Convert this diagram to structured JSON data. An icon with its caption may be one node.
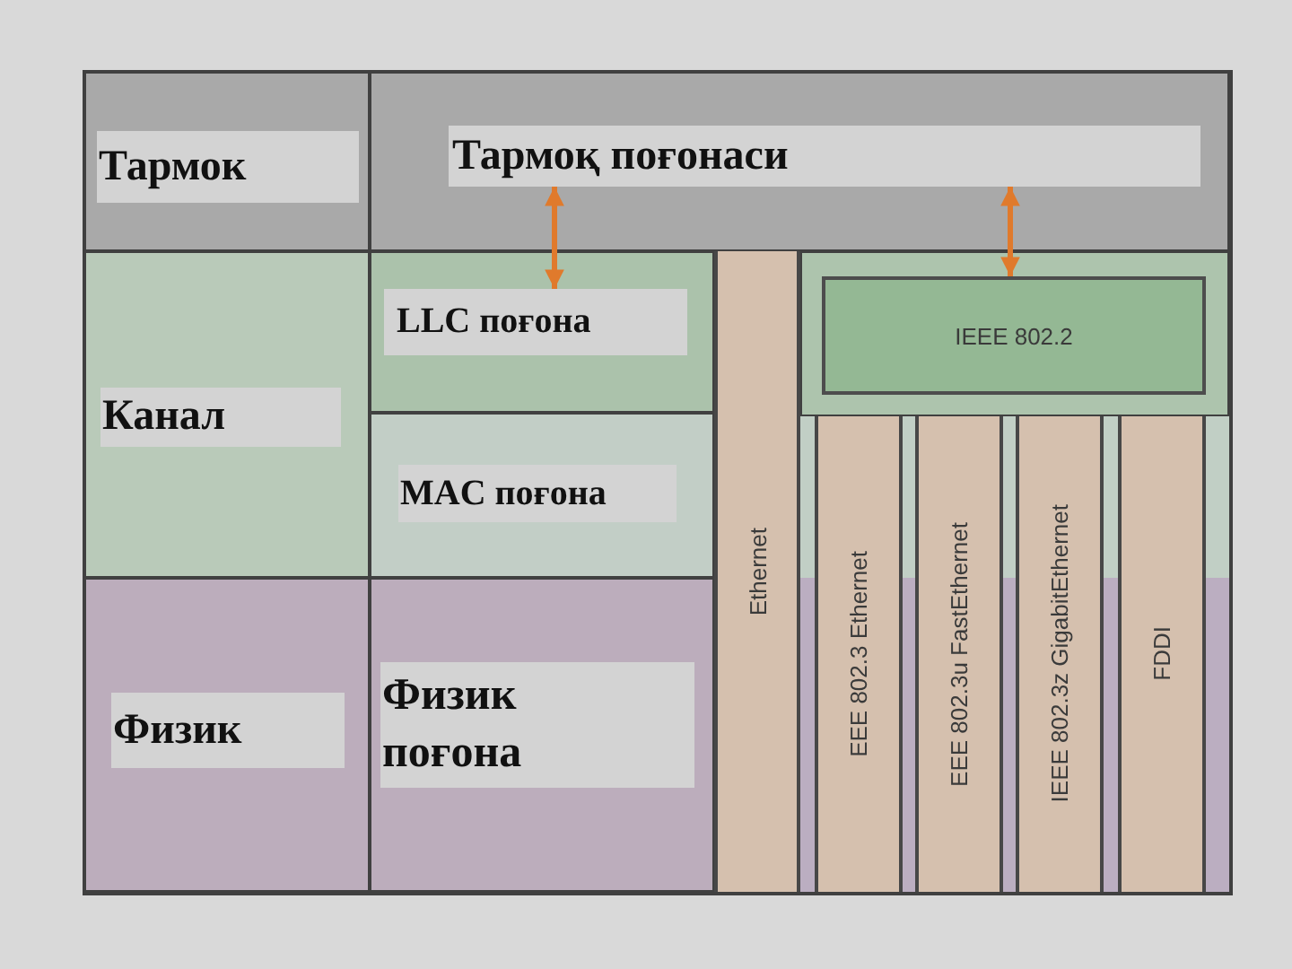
{
  "diagram": {
    "nodes": [
      {
        "text": [
          "Тармок"
        ]
      },
      {
        "text": [
          "Тармоқ поғонаси"
        ]
      },
      {
        "text": [
          "Канал"
        ]
      },
      {
        "text": [
          "LLC поғона"
        ]
      },
      {
        "text": [
          "MAC поғона"
        ]
      },
      {
        "text": [
          "Физик"
        ]
      },
      {
        "text": [
          "Физик поғона"
        ]
      },
      {
        "text": [
          "Ethernet"
        ]
      },
      {
        "text": [
          "IEEE 802.2"
        ]
      },
      {
        "text": [
          "EEE 802.3 Ethernet"
        ]
      },
      {
        "text": [
          "EEE 802.3u FastEthernet"
        ]
      },
      {
        "text": [
          "IEEE 802.3z GigabitEthernet"
        ]
      },
      {
        "text": [
          "FDDI"
        ]
      }
    ],
    "edges": [
      {
        "from": 1,
        "to": 3,
        "arrow": "both"
      },
      {
        "from": 1,
        "to": 8,
        "arrow": "both"
      }
    ]
  }
}
